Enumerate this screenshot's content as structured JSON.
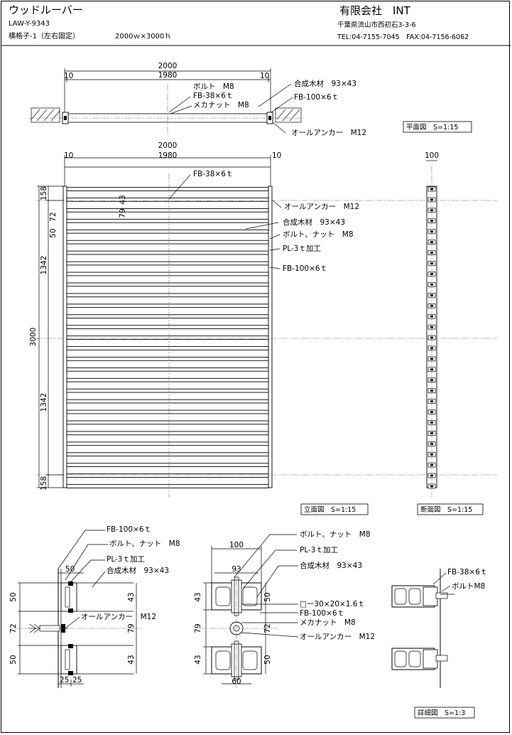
{
  "header": {
    "product_name": "ウッドルーバー",
    "model_code": "LAW-Y-9343",
    "spec_line": "横格子-1（左右固定）",
    "size_line": "2000ｗ×3000ｈ",
    "company_name": "有限会社　INT",
    "address": "千葉県流山市西初石3-3-6",
    "contact": "TEL:04-7155-7045　FAX:04-7156-6062"
  },
  "plan_view": {
    "scale_label": "平面図　S=1:15",
    "dims": {
      "overall": "2000",
      "inner": "1980",
      "left_gap": "10",
      "right_gap": "10"
    },
    "callouts": {
      "wood": "合成木材　93×43",
      "bolt": "ボルト　M8",
      "fb38": "FB-38×6ｔ",
      "nut": "メカナット　M8",
      "fb100": "FB-100×6ｔ",
      "anchor": "オールアンカー　M12"
    }
  },
  "elevation_view": {
    "scale_label": "立面図　S=1:15",
    "dims": {
      "overall_w": "2000",
      "inner_w": "1980",
      "left_gap": "10",
      "right_gap": "10",
      "height": "3000",
      "top": "158",
      "bottom": "158",
      "mid_upper": "1342",
      "mid_lower": "1342",
      "pitch_a": "50",
      "pitch_b": "72",
      "slat_a": "79",
      "slat_b": "43"
    },
    "callouts": {
      "fb38": "FB-38×6ｔ",
      "anchor": "オールアンカー　M12",
      "wood": "合成木材　93×43",
      "bolt_nut": "ボルト、ナット　M8",
      "pl3": "PL-3ｔ加工",
      "fb100": "FB-100×6ｔ"
    }
  },
  "section_view": {
    "scale_label": "断面図　S=1:15",
    "dims": {
      "width": "100"
    }
  },
  "detail_view": {
    "scale_label": "詳細図　S=1:3",
    "left": {
      "fb100": "FB-100×6ｔ",
      "bolt_nut": "ボルト、ナット　M8",
      "pl3": "PL-3ｔ加工",
      "wood": "合成木材　93×43",
      "anchor": "オールアンカー　M12",
      "dims": {
        "w50": "50",
        "h50a": "50",
        "h72": "72",
        "h50b": "50",
        "r43a": "43",
        "r79": "79",
        "r43b": "43",
        "b25a": "25",
        "b25b": "25"
      }
    },
    "middle": {
      "bolt_nut": "ボルト、ナット　M8",
      "pl3": "PL-3ｔ加工",
      "wood": "合成木材　93×43",
      "tube": "□ー30×20×1.6ｔ",
      "fb100": "FB-100×6ｔ",
      "nut": "メカナット　M8",
      "anchor": "オールアンカー　M12",
      "dims": {
        "w100": "100",
        "w93": "93",
        "l43a": "43",
        "l79": "79",
        "l43b": "43",
        "r50a": "50",
        "r72": "72",
        "r50b": "50",
        "b60": "60"
      }
    },
    "right": {
      "fb38": "FB-38×6ｔ",
      "bolt": "ボルトM8"
    }
  }
}
